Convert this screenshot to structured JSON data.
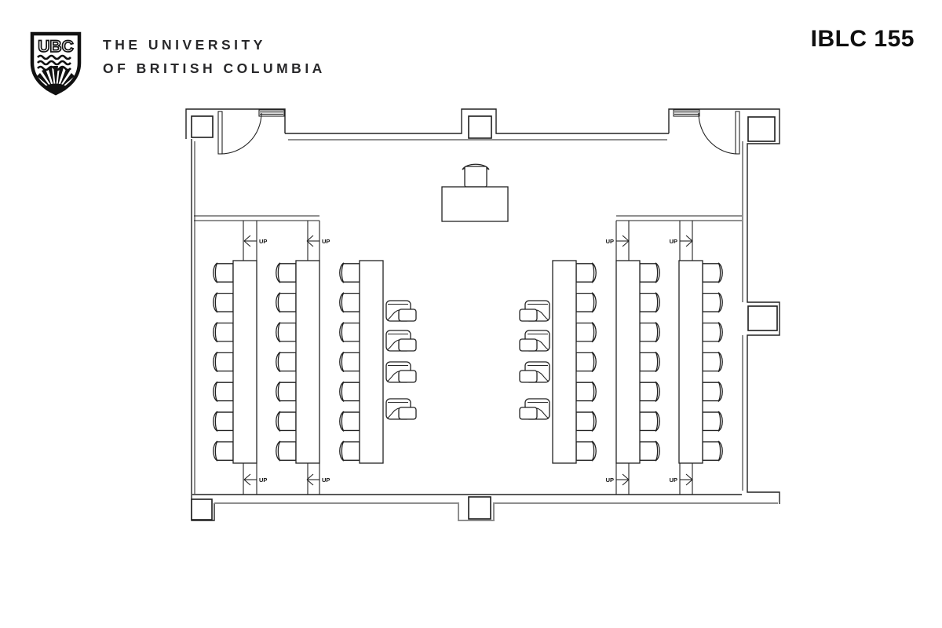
{
  "header": {
    "logo": {
      "name": "ubc-crest",
      "initials": "UBC"
    },
    "university": {
      "line1": "THE UNIVERSITY",
      "line2": "OF BRITISH COLUMBIA"
    },
    "room_label": "IBLC 155"
  },
  "floorplan": {
    "stair_label": "UP",
    "stairways": 8,
    "doors": 2,
    "seating": {
      "left_block": {
        "tables": 3,
        "chairs_per_table": 7,
        "tablet_arm_chairs": 4
      },
      "right_block": {
        "tables": 3,
        "chairs_per_table": 7,
        "tablet_arm_chairs": 4
      }
    },
    "instructor_station": {
      "tables": 1,
      "chairs": 1
    },
    "colors": {
      "line": "#222222",
      "wall_inner": "#8e8e8e",
      "background": "#ffffff"
    }
  }
}
